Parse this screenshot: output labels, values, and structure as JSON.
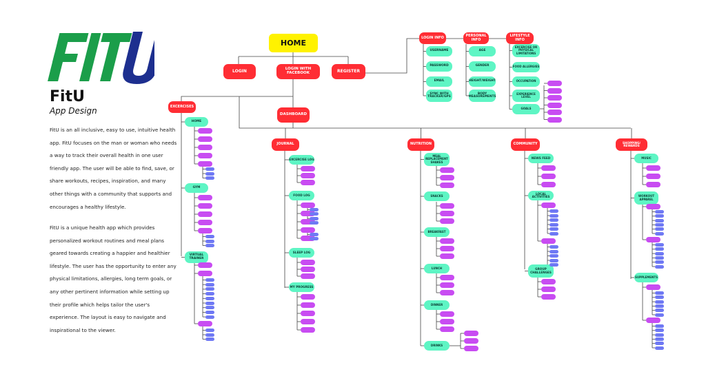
{
  "brand": {
    "logo_text": "FITU",
    "colors": {
      "logo_green": "#1b9e4a",
      "logo_blue": "#1d2f8f"
    }
  },
  "header": {
    "title": "FitU",
    "subtitle": "App Design"
  },
  "description": {
    "paragraph1": "FitU is an all inclusive, easy to use, intuitive health app. FitU focuses on the man or woman who needs a way to track their overall health in one user friendly app. The user will be able to find, save, or share workouts, recipes, inspiration, and many other things with a community that supports and encourages a healthy lifestyle.",
    "paragraph2": "FitU is a unique health app which provides personalized workout routines and meal plans geared towards creating a happier and healthier lifestyle. The user has the opportunity to enter any physical limitations, allergies, long term goals, or any other pertinent information while setting up their profile which helps tailor the user's experience. The layout is easy to navigate and inspirational to the viewer."
  },
  "colors": {
    "home": "#fff200",
    "primary": "#ff2d34",
    "secondary": "#5ef5c4",
    "tertiary": "#c84cf2",
    "quaternary": "#6f79f4",
    "connector": "#444444"
  },
  "sitemap": {
    "home": "HOME",
    "entry": [
      "LOGIN",
      "LOGIN WITH FACEBOOK",
      "REGISTER"
    ],
    "register_sections": [
      {
        "label": "LOGIN INFO",
        "items": [
          "USERNAME",
          "PASSWORD",
          "EMAIL",
          "SYNC WITH TRACKER/GPS"
        ]
      },
      {
        "label": "PERSONAL INFO",
        "items": [
          "AGE",
          "GENDER",
          "HEIGHT/WEIGHT",
          "BODY MEASUREMENTS"
        ]
      },
      {
        "label": "LIFESTYLE INFO",
        "items": [
          "EXCERCISE OR PHYSICAL LIMITATIONS",
          "FOOD ALLERGIES",
          "OCCUPATION",
          "EXPERIENCE LEVEL",
          "GOALS"
        ]
      }
    ],
    "excercises": {
      "label": "EXCERCISES",
      "items": [
        "HOME",
        "GYM",
        "VIRTUAL TRAINER"
      ]
    },
    "dashboard": "DASHBOARD",
    "sections": [
      {
        "label": "JOURNAL",
        "items": [
          "EXCERCISE LOG",
          "FOOD LOG",
          "SLEEP LOG",
          "MY PROGRESS"
        ]
      },
      {
        "label": "NUTRITION",
        "items": [
          "MEAL REPLACEMENT SHAKES",
          "SNACKS",
          "BREAKFAST",
          "LUNCH",
          "DINNER",
          "DRINKS"
        ]
      },
      {
        "label": "COMMUNITY",
        "items": [
          "NEWS FEED",
          "LOCAL ACTIVITIES",
          "GROUP CHALLENGES"
        ]
      },
      {
        "label": "SHOPPING/ REWARDS",
        "items": [
          "MUSIC",
          "WORKOUT APPAREL",
          "SUPPLEMENTS"
        ]
      }
    ]
  }
}
